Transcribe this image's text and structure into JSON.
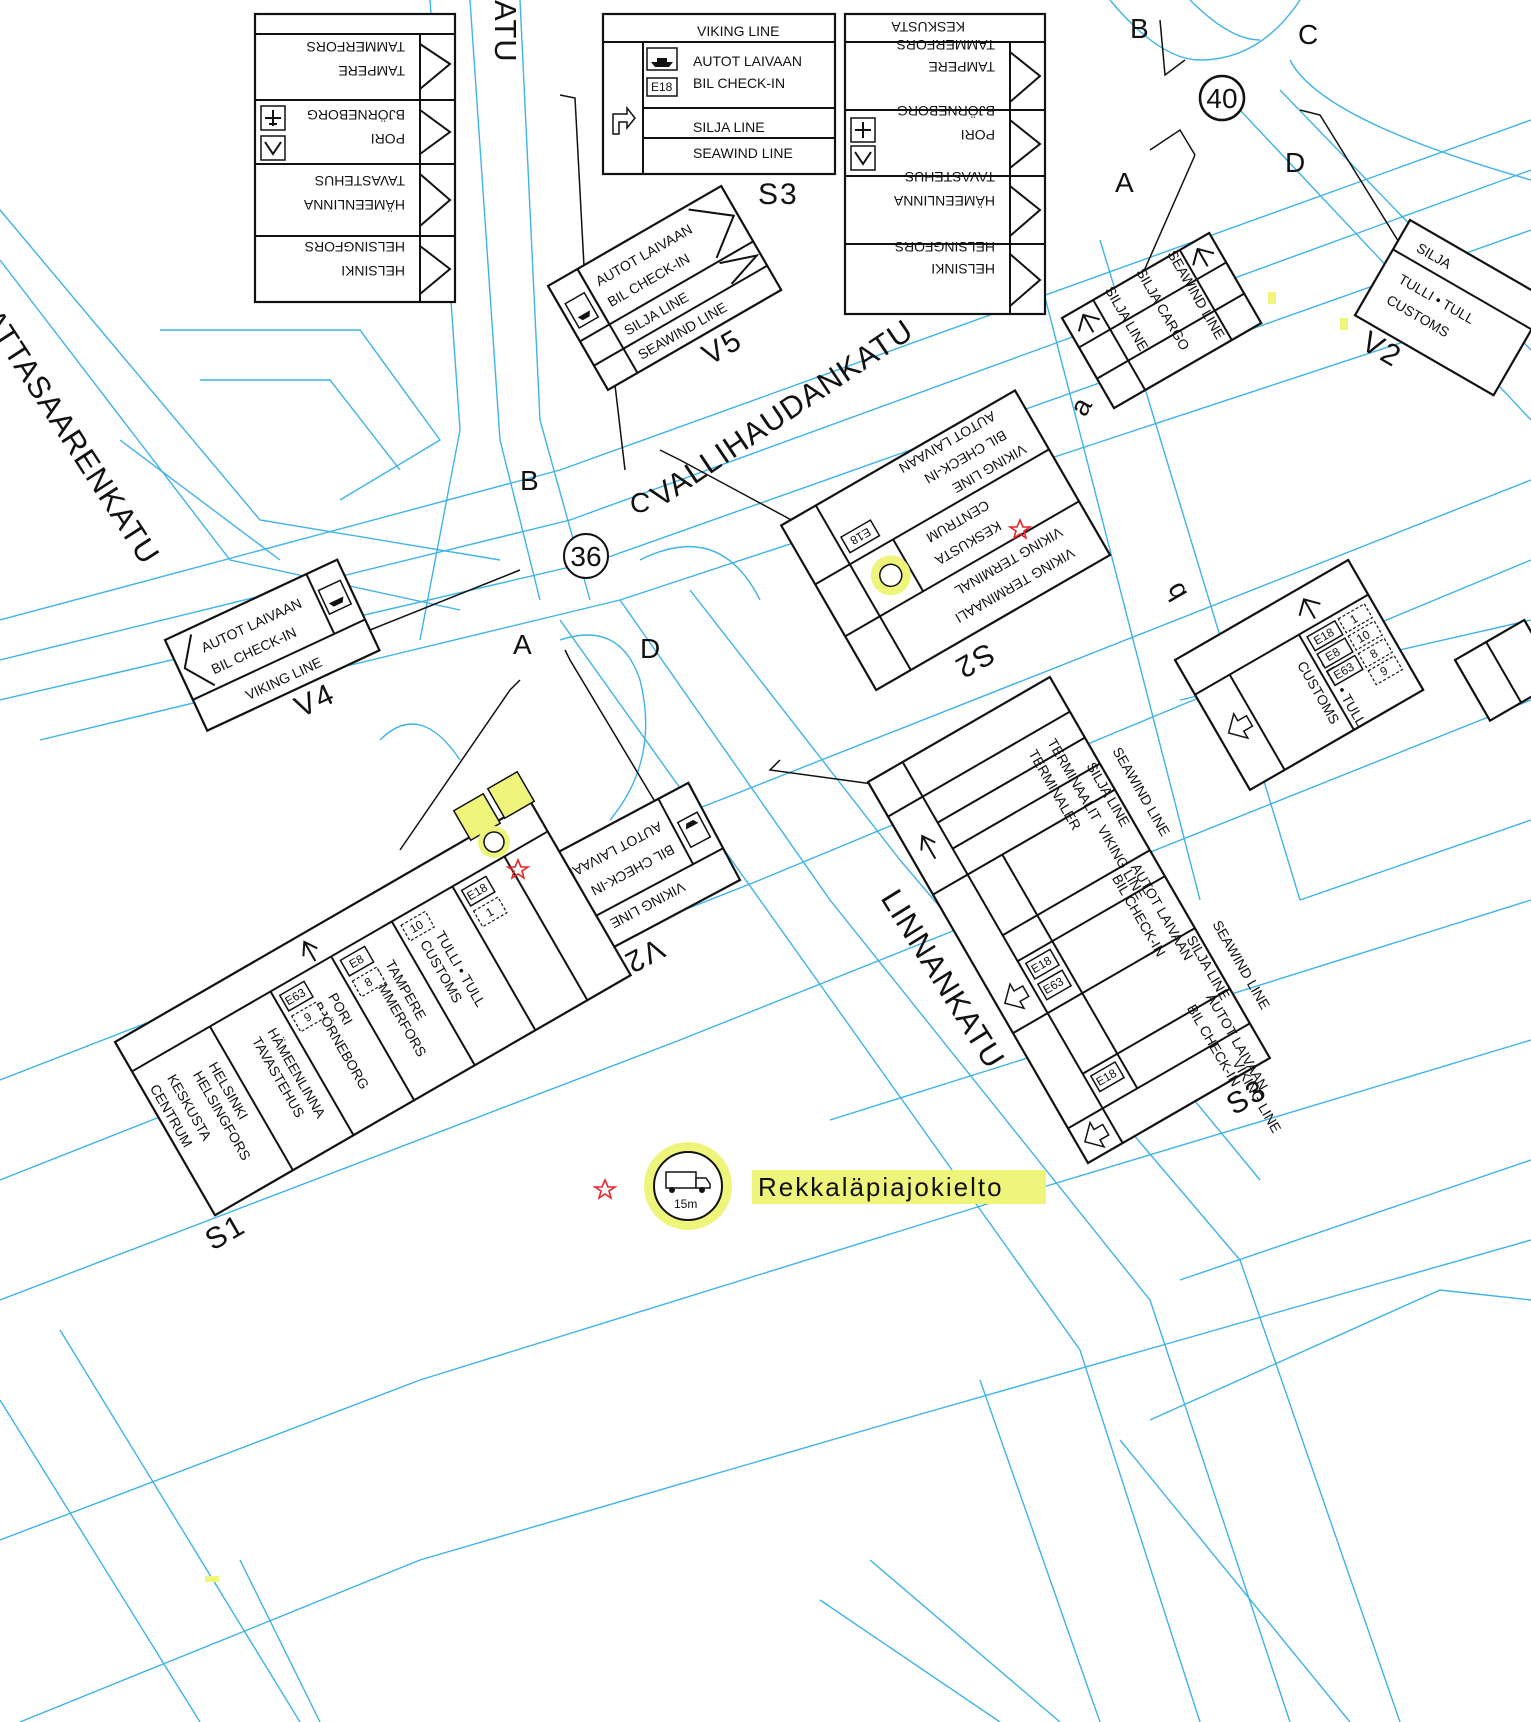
{
  "map": {
    "streets": [
      "LINNANKATU",
      "VALLIHAUDANKATU",
      "KATTASAARENKATU",
      "ATU"
    ],
    "intersections": [
      {
        "number": "36"
      },
      {
        "number": "40"
      }
    ],
    "approach_letters_36": [
      "A",
      "B",
      "C",
      "D"
    ],
    "approach_letters_40": [
      "A",
      "B",
      "C",
      "D"
    ],
    "local_letters": [
      "a",
      "b"
    ],
    "colors": {
      "street": "#3fb3e6",
      "highlight": "#eef57a",
      "marker": "#e8262a",
      "ink": "#111111"
    }
  },
  "signs": {
    "s3_top_left": {
      "id": "S3",
      "rows": [
        "VIKING LINE",
        "AUTOT LAIVAAN",
        "BIL CHECK-IN",
        "SILJA LINE",
        "SEAWIND LINE"
      ],
      "badges": [
        "E18"
      ],
      "icons": [
        "ship-icon",
        "turn-right-arrow-icon"
      ]
    },
    "s_top_far_left": {
      "rows": [
        "TAMPERE",
        "TAMMERFORS",
        "PORI",
        "BJÖRNEBORG",
        "HÄMEENLINNA",
        "TAVASTEHUS",
        "HELSINKI",
        "HELSINGFORS"
      ],
      "icons": [
        "airport-icon",
        "ferry-icon"
      ]
    },
    "s_top_right": {
      "rows": [
        "KESKUSTA",
        "TAMPERE",
        "TAMMERFORS",
        "PORI",
        "BJÖRNEBORG",
        "HÄMEENLINNA",
        "TAVASTEHUS",
        "HELSINKI",
        "HELSINGFORS"
      ],
      "icons": [
        "airport-icon",
        "ferry-icon"
      ]
    },
    "v5": {
      "id": "V5",
      "rows": [
        "AUTOT LAIVAAN",
        "BIL CHECK-IN",
        "SILJA LINE",
        "SEAWIND LINE"
      ]
    },
    "v4": {
      "id": "V4",
      "rows": [
        "AUTOT LAIVAAN",
        "BIL CHECK-IN",
        "VIKING LINE"
      ]
    },
    "v2_center": {
      "id": "V2",
      "rows": [
        "VIKING LINE",
        "BIL CHECK-IN",
        "AUTOT LAIVAAN"
      ]
    },
    "s2": {
      "id": "S2",
      "rows": [
        "VIKING TERMINAALI",
        "VIKING TERMINAL",
        "KESKUSTA",
        "CENTRUM",
        "VIKING LINE",
        "BIL CHECK-IN",
        "AUTOT LAIVAAN"
      ],
      "badges": [
        "E18"
      ]
    },
    "s_a": {
      "rows": [
        "SEAWIND LINE",
        "SILJA CARGO",
        "SILJA LINE"
      ]
    },
    "s_b": {
      "rows": [
        "TULLI • TULL",
        "CUSTOMS"
      ],
      "badges": [
        "E18",
        "E8",
        "E63",
        "1",
        "10",
        "8",
        "9"
      ]
    },
    "v2_right": {
      "id": "V2",
      "rows": [
        "SILJA",
        "TULLI • TULL",
        "CUSTOMS"
      ]
    },
    "s3_center": {
      "id": "S3",
      "rows": [
        "TERMINAALIT",
        "TERMINALER",
        "SILJA LINE",
        "SEAWIND LINE",
        "VIKING LINE",
        "AUTOT LAIVAAN",
        "BIL CHECK-IN",
        "SILJA LINE",
        "SEAWIND LINE",
        "AUTOT LAIVAAN",
        "BIL CHECK-IN",
        "VIKING LINE"
      ],
      "badges": [
        "E18",
        "E63",
        "E18"
      ]
    },
    "s1": {
      "id": "S1",
      "rows": [
        "KESKUSTA",
        "CENTRUM",
        "HELSINKI",
        "HELSINGFORS",
        "HÄMEENLINNA",
        "TAVASTEHUS",
        "PORI",
        "BJÖRNEBORG",
        "TAMPERE",
        "TAMMERFORS",
        "TULLI • TULL",
        "CUSTOMS"
      ],
      "badges": [
        "E18",
        "1",
        "10",
        "E8",
        "8",
        "E63",
        "9"
      ]
    }
  },
  "legend": {
    "label": "Rekkaläpiajokielto",
    "sign_text": "15m",
    "icon": "truck-prohibition-icon"
  }
}
